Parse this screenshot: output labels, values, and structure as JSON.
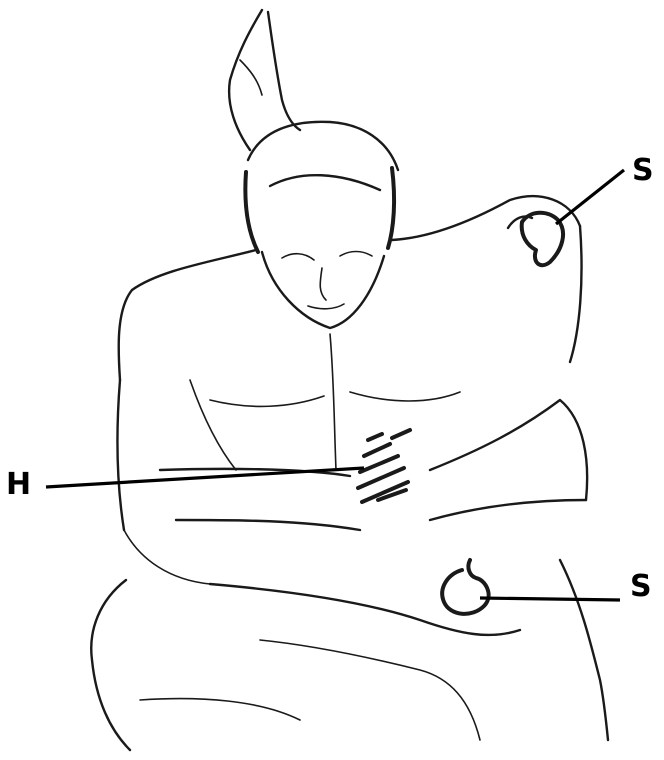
{
  "labels": {
    "top_right": "S",
    "left": "H",
    "bottom_right": "S"
  }
}
